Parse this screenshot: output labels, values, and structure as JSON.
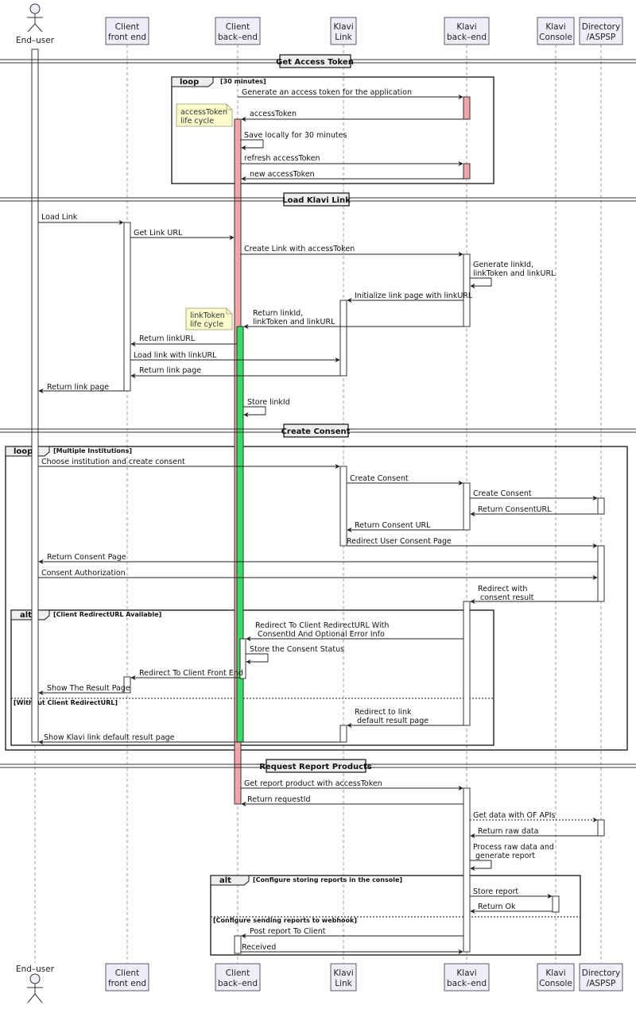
{
  "participants": {
    "end_user": "End–user",
    "client_fe": [
      "Client",
      "front end"
    ],
    "client_be": [
      "Client",
      "back–end"
    ],
    "klavi_link": [
      "Klavi",
      "Link"
    ],
    "klavi_be": [
      "Klavi",
      "back–end"
    ],
    "klavi_console": [
      "Klavi",
      "Console"
    ],
    "directory": [
      "Directory",
      "/ASPSP"
    ]
  },
  "dividers": {
    "get_access_token": "Get Access Token",
    "load_klavi_link": "Load Klavi Link",
    "create_consent": "Create Consent",
    "request_report": "Request Report Products"
  },
  "frames": {
    "loop1": {
      "keyword": "loop",
      "condition": "[30 minutes]"
    },
    "loop2": {
      "keyword": "loop",
      "condition": "[Multiple Institutions]"
    },
    "alt1": {
      "keyword": "alt",
      "condition": "[Client RedirectURL Available]",
      "else": "[Without Client RedirectURL]"
    },
    "alt2": {
      "keyword": "alt",
      "condition": "[Configure storing reports in the console]",
      "else": "[Configure sending reports to webhook]"
    }
  },
  "notes": {
    "access_token": [
      "accessToken",
      "life cycle"
    ],
    "link_token": [
      "linkToken",
      "life cycle"
    ]
  },
  "messages": {
    "m01": "Generate an access token for the application",
    "m02": "accessToken",
    "m03": "Save locally for 30 minutes",
    "m04": "refresh accessToken",
    "m05": "new accessToken",
    "m06": "Load Link",
    "m07": "Get Link URL",
    "m08": "Create Link with accessToken",
    "m09": [
      "Generate linkId,",
      "linkToken and linkURL"
    ],
    "m10": "Initialize link page with linkURL",
    "m11": [
      "Return linkId,",
      "linkToken and linkURL"
    ],
    "m12": "Return linkURL",
    "m13": "Load link with linkURL",
    "m14": "Return link page",
    "m15": "Return link page",
    "m16": "Store linkId",
    "m17": "Choose institution and create consent",
    "m18": "Create Consent",
    "m19": "Create Consent",
    "m20": "Return ConsentURL",
    "m21": "Return Consent URL",
    "m22": "Redirect User Consent Page",
    "m23": "Return Consent Page",
    "m24": "Consent Authorization",
    "m25": [
      "Redirect with",
      "consent result"
    ],
    "m26": [
      "Redirect To Client RedirectURL With",
      "ConsentId And Optional Error Info"
    ],
    "m27": "Store the Consent Status",
    "m28": "Redirect To Client Front End",
    "m29": "Show The Result Page",
    "m30": [
      "Redirect to link",
      "default result page"
    ],
    "m31": "Show Klavi link default result page",
    "m32": "Get report product with accessToken",
    "m33": "Return requestId",
    "m34": "Get data with OF APIs",
    "m35": "Return raw data",
    "m36": [
      "Process raw data and",
      "generate report"
    ],
    "m37": "Store report",
    "m38": "Return Ok",
    "m39": "Post report To Client",
    "m40": "Received"
  }
}
